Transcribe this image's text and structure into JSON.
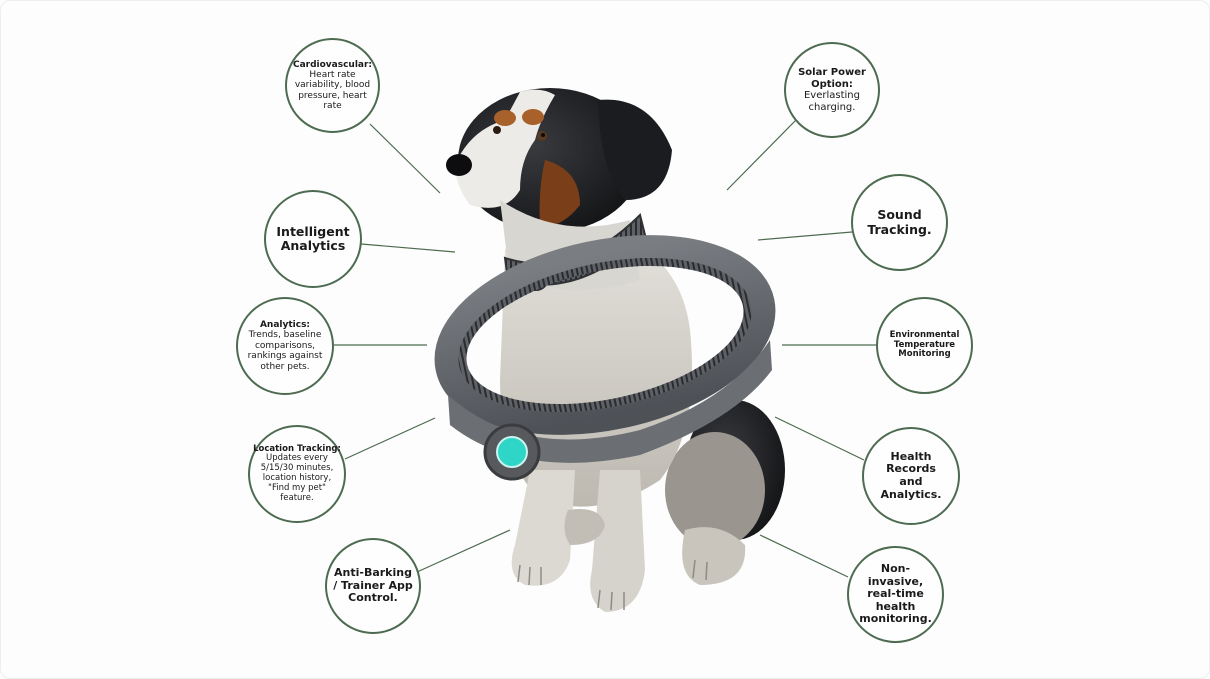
{
  "infographic": {
    "subject": "Dog wearing smart collar",
    "accent_color": "#4d6b50",
    "device_light_color": "#2fd6c8",
    "features": [
      {
        "id": "cardiovascular",
        "heading": "Cardiovascular:",
        "body": "Heart rate variability, blood pressure, heart rate"
      },
      {
        "id": "intelligent-analytics",
        "heading": "Intelligent Analytics",
        "body": ""
      },
      {
        "id": "analytics",
        "heading": "Analytics:",
        "body": "Trends, baseline comparisons, rankings against other pets."
      },
      {
        "id": "location-tracking",
        "heading": "Location Tracking:",
        "body": "Updates every 5/15/30 minutes, location history, \"Find my pet\" feature."
      },
      {
        "id": "anti-barking",
        "heading": "Anti-Barking / Trainer App Control.",
        "body": ""
      },
      {
        "id": "solar-power",
        "heading": "Solar Power Option:",
        "body": "Everlasting charging."
      },
      {
        "id": "sound-tracking",
        "heading": "Sound Tracking.",
        "body": ""
      },
      {
        "id": "environmental-temperature",
        "heading": "Environmental Temperature Monitoring",
        "body": ""
      },
      {
        "id": "health-records",
        "heading": "Health Records and Analytics.",
        "body": ""
      },
      {
        "id": "non-invasive",
        "heading": "Non-invasive, real-time health monitoring.",
        "body": ""
      }
    ]
  }
}
